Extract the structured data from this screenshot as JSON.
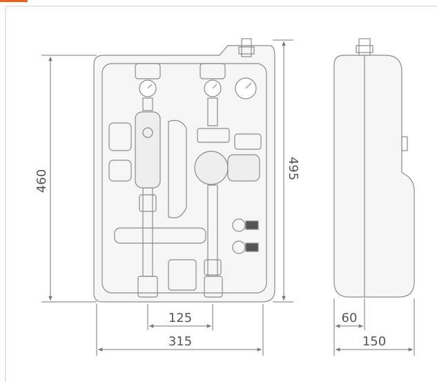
{
  "dimensions": {
    "front_height": "460",
    "overall_height": "495",
    "pipe_spacing": "125",
    "front_width": "315",
    "side_offset": "60",
    "side_depth": "150"
  },
  "colors": {
    "accent": "#e8641e",
    "frame_border": "#cccccc",
    "line": "#777777",
    "dimension_text": "#555555",
    "insulation_fill": "#f6f6f6"
  }
}
